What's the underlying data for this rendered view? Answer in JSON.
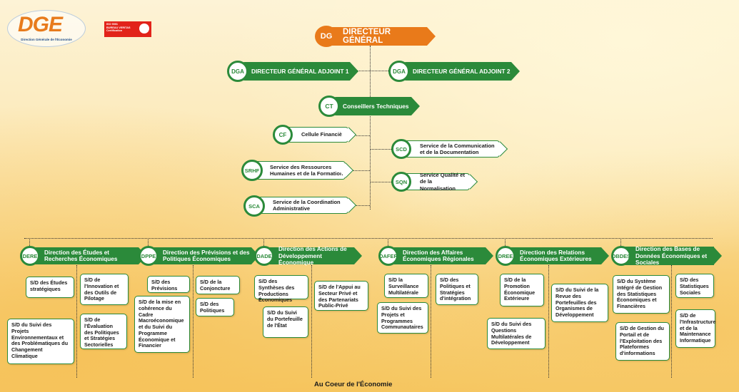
{
  "logo": {
    "letters": "DGE",
    "subtitle": "Direction Générale de l'Économie"
  },
  "cert": {
    "line1": "ISO 9001",
    "line2": "BUREAU VERITAS",
    "line3": "Certification"
  },
  "dg": {
    "abbr": "DG",
    "label": "DIRECTEUR GÉNÉRAL"
  },
  "dga1": {
    "abbr": "DGA",
    "label": "DIRECTEUR GÉNÉRAL ADJOINT 1"
  },
  "dga2": {
    "abbr": "DGA",
    "label": "DIRECTEUR GÉNÉRAL ADJOINT 2"
  },
  "ct": {
    "abbr": "CT",
    "label": "Conseillers Techniques"
  },
  "services": [
    {
      "abbr": "CF",
      "label": "Cellule Financière"
    },
    {
      "abbr": "SCD",
      "label": "Service de la Communication et de la Documentation"
    },
    {
      "abbr": "SRHF",
      "label": "Service des Ressources Humaines et de la Formation"
    },
    {
      "abbr": "SQN",
      "label": "Service Qualité et de la Normalisation"
    },
    {
      "abbr": "SCA",
      "label": "Service de la Coordination Administrative"
    }
  ],
  "directions": [
    {
      "abbr": "DERE",
      "label": "Direction des Études et Recherches Économiques",
      "subs": [
        "S/D des Études stratégiques",
        "S/D de l'Innovation et des Outils de Pilotage",
        "S/D du Suivi des Projets Environnementaux et des Problématiques du Changement Climatique",
        "S/D de l'Évaluation des Politiques et Stratégies Sectorielles"
      ]
    },
    {
      "abbr": "DPPE",
      "label": "Direction des Prévisions et des Politiques Économiques",
      "subs": [
        "S/D des Prévisions",
        "S/D de la Conjoncture",
        "S/D de la mise en cohérence du Cadre Macroéconomique et du Suivi du Programme Économique et Financier",
        "S/D des Politiques"
      ]
    },
    {
      "abbr": "DADE",
      "label": "Direction des Actions de Développement Économique",
      "subs": [
        "S/D des Synthèses des Productions Économiques",
        "S/D de l'Appui au Secteur Privé et des Partenariats Public-Privé",
        "S/D du Suivi du Portefeuille de l'État"
      ]
    },
    {
      "abbr": "DAFER",
      "label": "Direction des Affaires Économiques Régionales",
      "subs": [
        "S/D la Surveillance Multilatérale",
        "S/D des Politiques et Stratégies d'intégration",
        "S/D du Suivi des Projets et Programmes Communautaires"
      ]
    },
    {
      "abbr": "DREE",
      "label": "Direction des Relations Économiques Extérieures",
      "subs": [
        "S/D de la Promotion Économique Extérieure",
        "S/D du Suivi de la Revue des Portefeuilles des Organismes de Développement",
        "S/D du Suivi des Questions Multilatérales de Développement"
      ]
    },
    {
      "abbr": "DBDES",
      "label": "Direction des Bases de Données Économiques et Sociales",
      "subs": [
        "S/D du Système Intégré de Gestion des Statistiques Économiques et Financières",
        "S/D des Statistiques Sociales",
        "S/D de Gestion du Portail et de l'Exploitation des Plateformes d'informations",
        "S/D de l'Infrastructure et de la Maintenance Informatique"
      ]
    }
  ],
  "footer": "Au Coeur de l'Économie"
}
